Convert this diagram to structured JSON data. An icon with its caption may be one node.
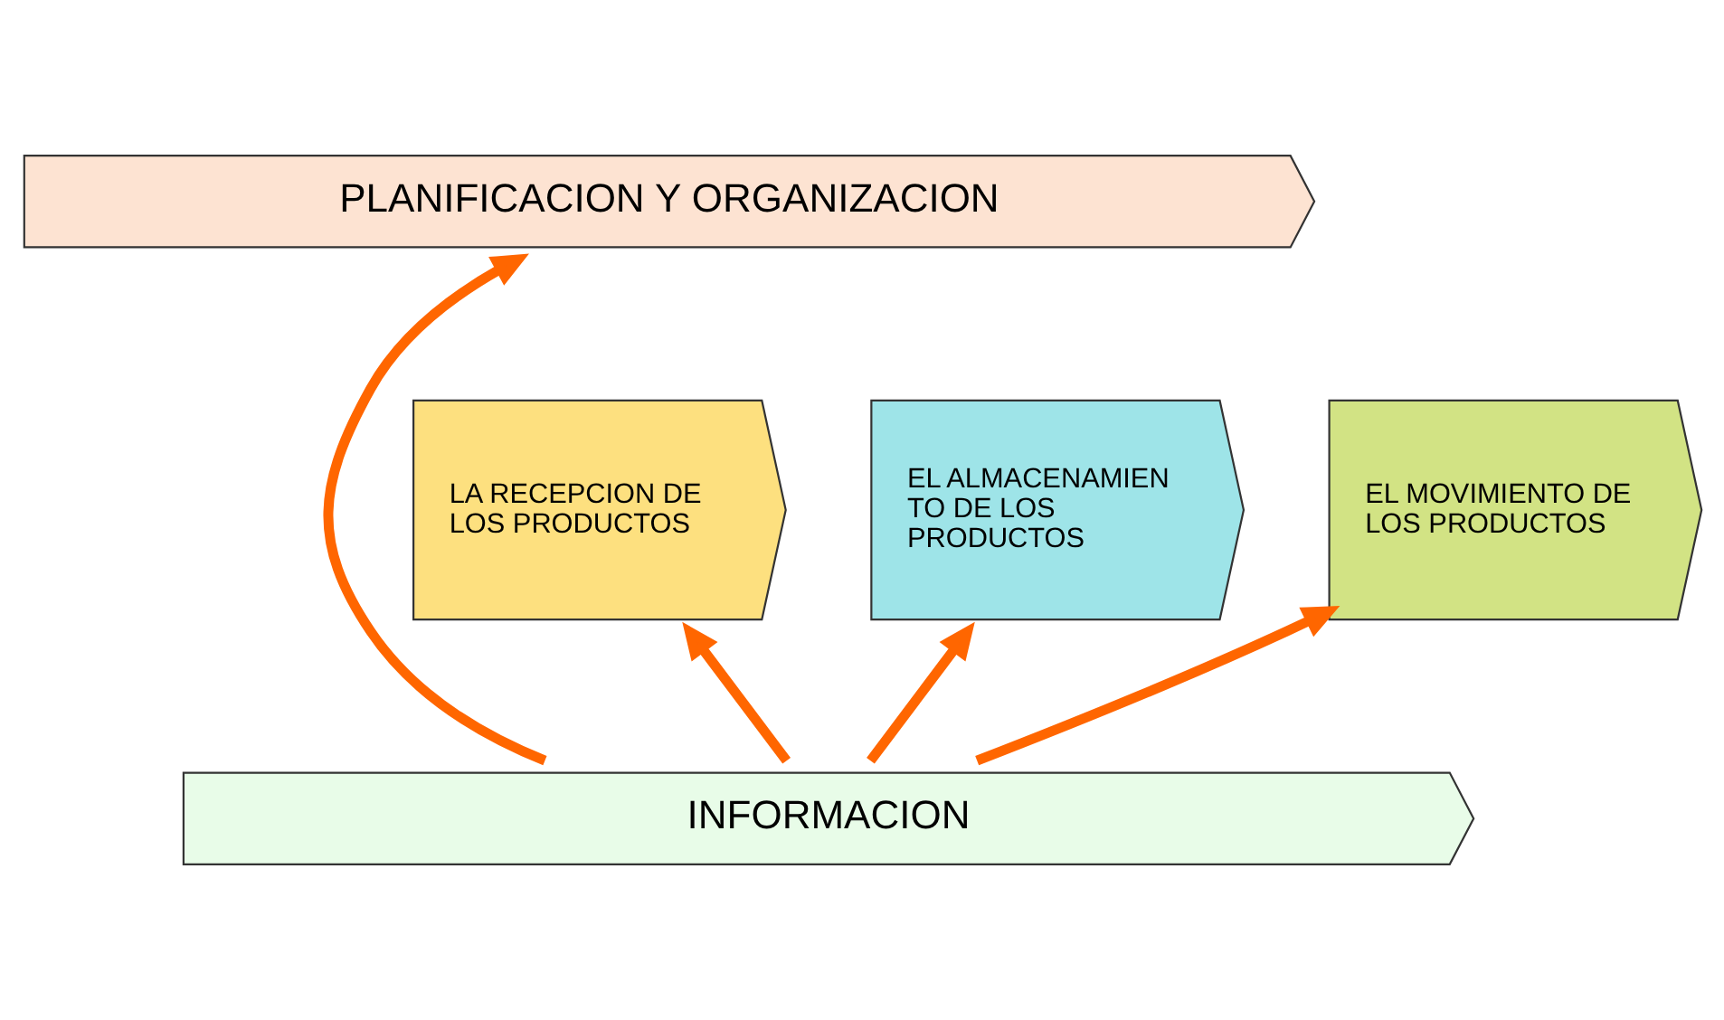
{
  "diagram": {
    "nodes": [
      {
        "text": [
          "PLANIFICACION Y ORGANIZACION"
        ]
      },
      {
        "text": [
          "LA RECEPCION DE LOS PRODUCTOS"
        ]
      },
      {
        "text": [
          "EL ALMACENAMIEN TO DE LOS PRODUCTOS"
        ]
      },
      {
        "text": [
          "EL MOVIMIENTO DE LOS PRODUCTOS"
        ]
      },
      {
        "text": [
          "INFORMACION"
        ]
      }
    ],
    "edges": [
      {
        "from": 4,
        "to": 1,
        "arrow": "to"
      },
      {
        "from": 4,
        "to": 2,
        "arrow": "to"
      },
      {
        "from": 4,
        "to": 3,
        "arrow": "to"
      },
      {
        "from": 4,
        "to": 0,
        "arrow": "to"
      }
    ]
  }
}
